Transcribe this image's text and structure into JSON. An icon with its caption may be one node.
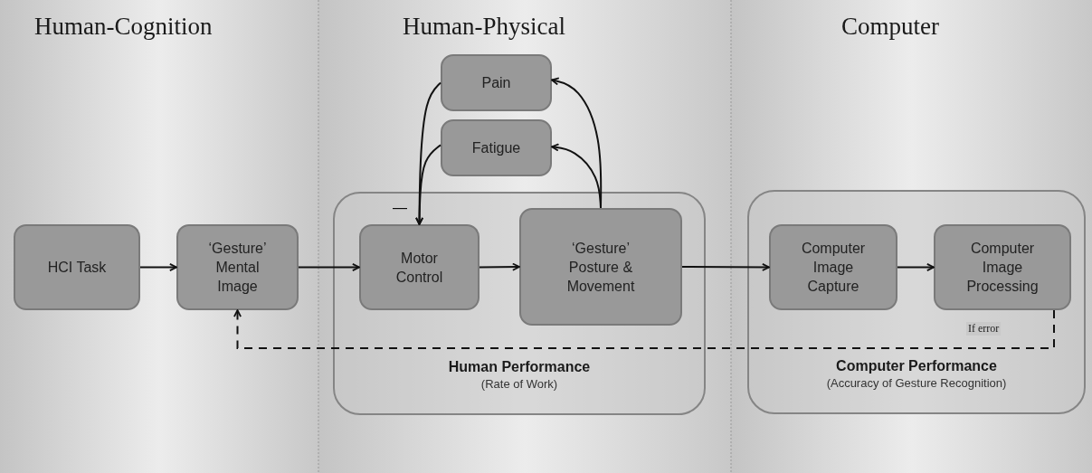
{
  "diagram": {
    "nodes": [
      {
        "text": [
          "HCI Task"
        ]
      },
      {
        "text": [
          "‘Gesture’ Mental Image"
        ]
      },
      {
        "text": [
          "Human Performance",
          "(Rate of Work)"
        ]
      },
      {
        "text": [
          "Motor Control"
        ],
        "in": 2
      },
      {
        "text": [
          "‘Gesture’ Posture & Movement"
        ],
        "in": 2
      },
      {
        "text": [
          "Pain"
        ]
      },
      {
        "text": [
          "Fatigue"
        ]
      },
      {
        "text": [
          "Computer Performance",
          "(Accuracy of Gesture Recognition)"
        ]
      },
      {
        "text": [
          "Computer Image Capture"
        ],
        "in": 7
      },
      {
        "text": [
          "Computer Image Processing"
        ],
        "in": 7
      }
    ],
    "edges": [
      {
        "from": 0,
        "to": 1,
        "arrow": "to"
      },
      {
        "from": 1,
        "to": 3,
        "arrow": "to"
      },
      {
        "from": 3,
        "to": 4,
        "arrow": "to"
      },
      {
        "from": 4,
        "to": 8,
        "arrow": "to"
      },
      {
        "from": 8,
        "to": 9,
        "arrow": "to"
      },
      {
        "from": 4,
        "to": 5,
        "arrow": "to"
      },
      {
        "from": 4,
        "to": 6,
        "arrow": "to"
      },
      {
        "from": 5,
        "to": 3,
        "arrow": "to"
      },
      {
        "from": 6,
        "to": 3,
        "arrow": "to"
      },
      {
        "from": 9,
        "to": 1,
        "arrow": "to",
        "style": "dashed",
        "label": "If error"
      }
    ],
    "labels": [
      "Human-Cognition",
      "Human-Physical",
      "Computer",
      "—"
    ]
  }
}
